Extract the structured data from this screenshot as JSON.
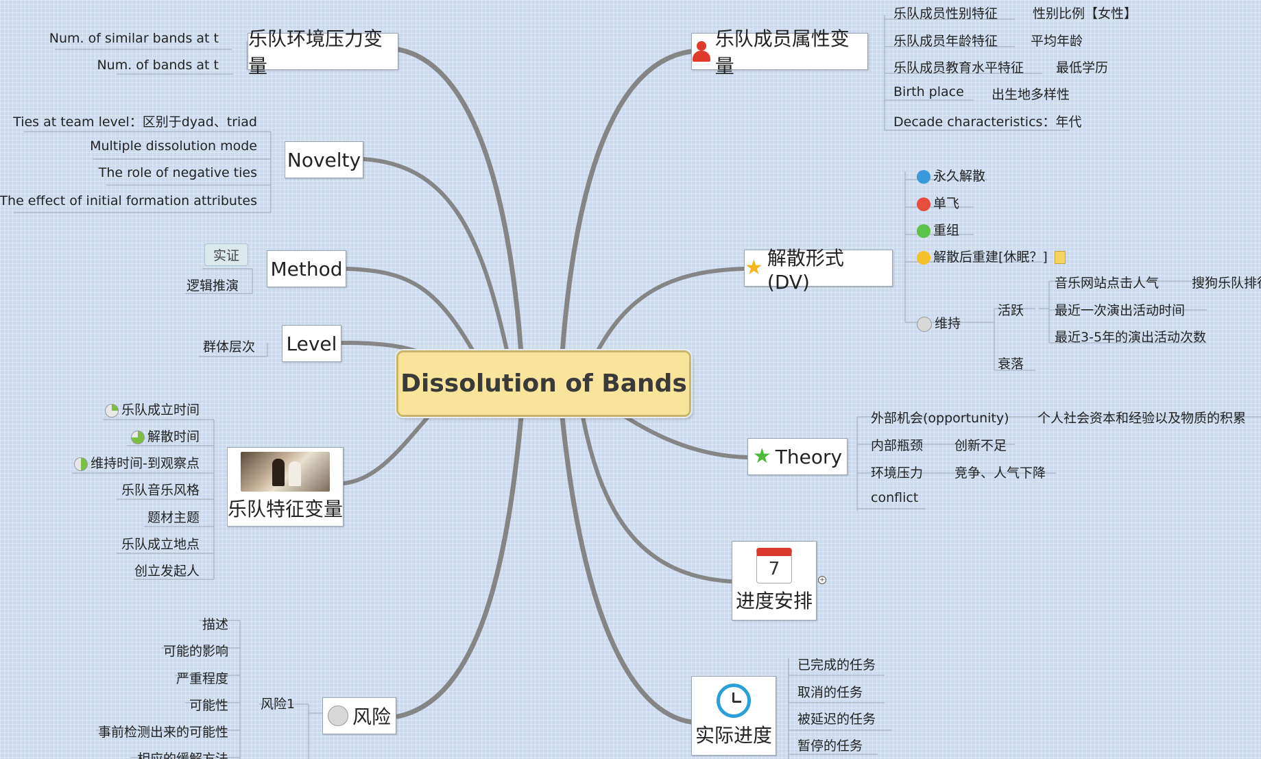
{
  "central": "Dissolution of Bands",
  "left": {
    "env": {
      "label": "乐队环境压力变量",
      "items": [
        "Num. of similar bands at t",
        "Num. of bands at t"
      ]
    },
    "novelty": {
      "label": "Novelty",
      "items": [
        "Ties at team level：区别于dyad、triad",
        "Multiple dissolution mode",
        "The role of negative ties",
        "The effect of initial formation attributes"
      ]
    },
    "method": {
      "label": "Method",
      "items": [
        "实证",
        "逻辑推演"
      ]
    },
    "level": {
      "label": "Level",
      "items": [
        "群体层次"
      ]
    },
    "features": {
      "label": "乐队特征变量",
      "items": [
        "乐队成立时间",
        "解散时间",
        "维持时间-到观察点",
        "乐队音乐风格",
        "题材主题",
        "乐队成立地点",
        "创立发起人"
      ]
    },
    "risk": {
      "label": "风险",
      "sub": "风险1",
      "items": [
        "描述",
        "可能的影响",
        "严重程度",
        "可能性",
        "事前检测出来的可能性",
        "相应的缓解方法"
      ]
    }
  },
  "right": {
    "members": {
      "label": "乐队成员属性变量",
      "items": [
        {
          "k": "乐队成员性别特征",
          "v": "性别比例【女性】"
        },
        {
          "k": "乐队成员年龄特征",
          "v": "平均年龄"
        },
        {
          "k": "乐队成员教育水平特征",
          "v": "最低学历"
        },
        {
          "k": "Birth place",
          "v": "出生地多样性"
        },
        {
          "k": "Decade characteristics：年代",
          "v": ""
        }
      ]
    },
    "dv": {
      "label": "解散形式 (DV)",
      "items": [
        "永久解散",
        "单飞",
        "重组",
        "解散后重建[休眠？]",
        "维持"
      ],
      "maintain": {
        "active": "活跃",
        "decline": "衰落",
        "active_items": [
          "音乐网站点击人气",
          "最近一次演出活动时间",
          "最近3-5年的演出活动次数"
        ],
        "click_sub": "搜狗乐队排行"
      }
    },
    "theory": {
      "label": "Theory",
      "items": [
        {
          "k": "外部机会(opportunity)",
          "v": "个人社会资本和经验以及物质的积累"
        },
        {
          "k": "内部瓶颈",
          "v": "创新不足"
        },
        {
          "k": "环境压力",
          "v": "竞争、人气下降"
        },
        {
          "k": "conflict",
          "v": ""
        }
      ]
    },
    "schedule": {
      "label": "进度安排",
      "day": "7"
    },
    "progress": {
      "label": "实际进度",
      "items": [
        "已完成的任务",
        "取消的任务",
        "被延迟的任务",
        "暂停的任务"
      ]
    }
  },
  "colors": {
    "edge": "#7a7a7a",
    "central_fill": "#f8e49a",
    "bg": "#cbdaee"
  }
}
